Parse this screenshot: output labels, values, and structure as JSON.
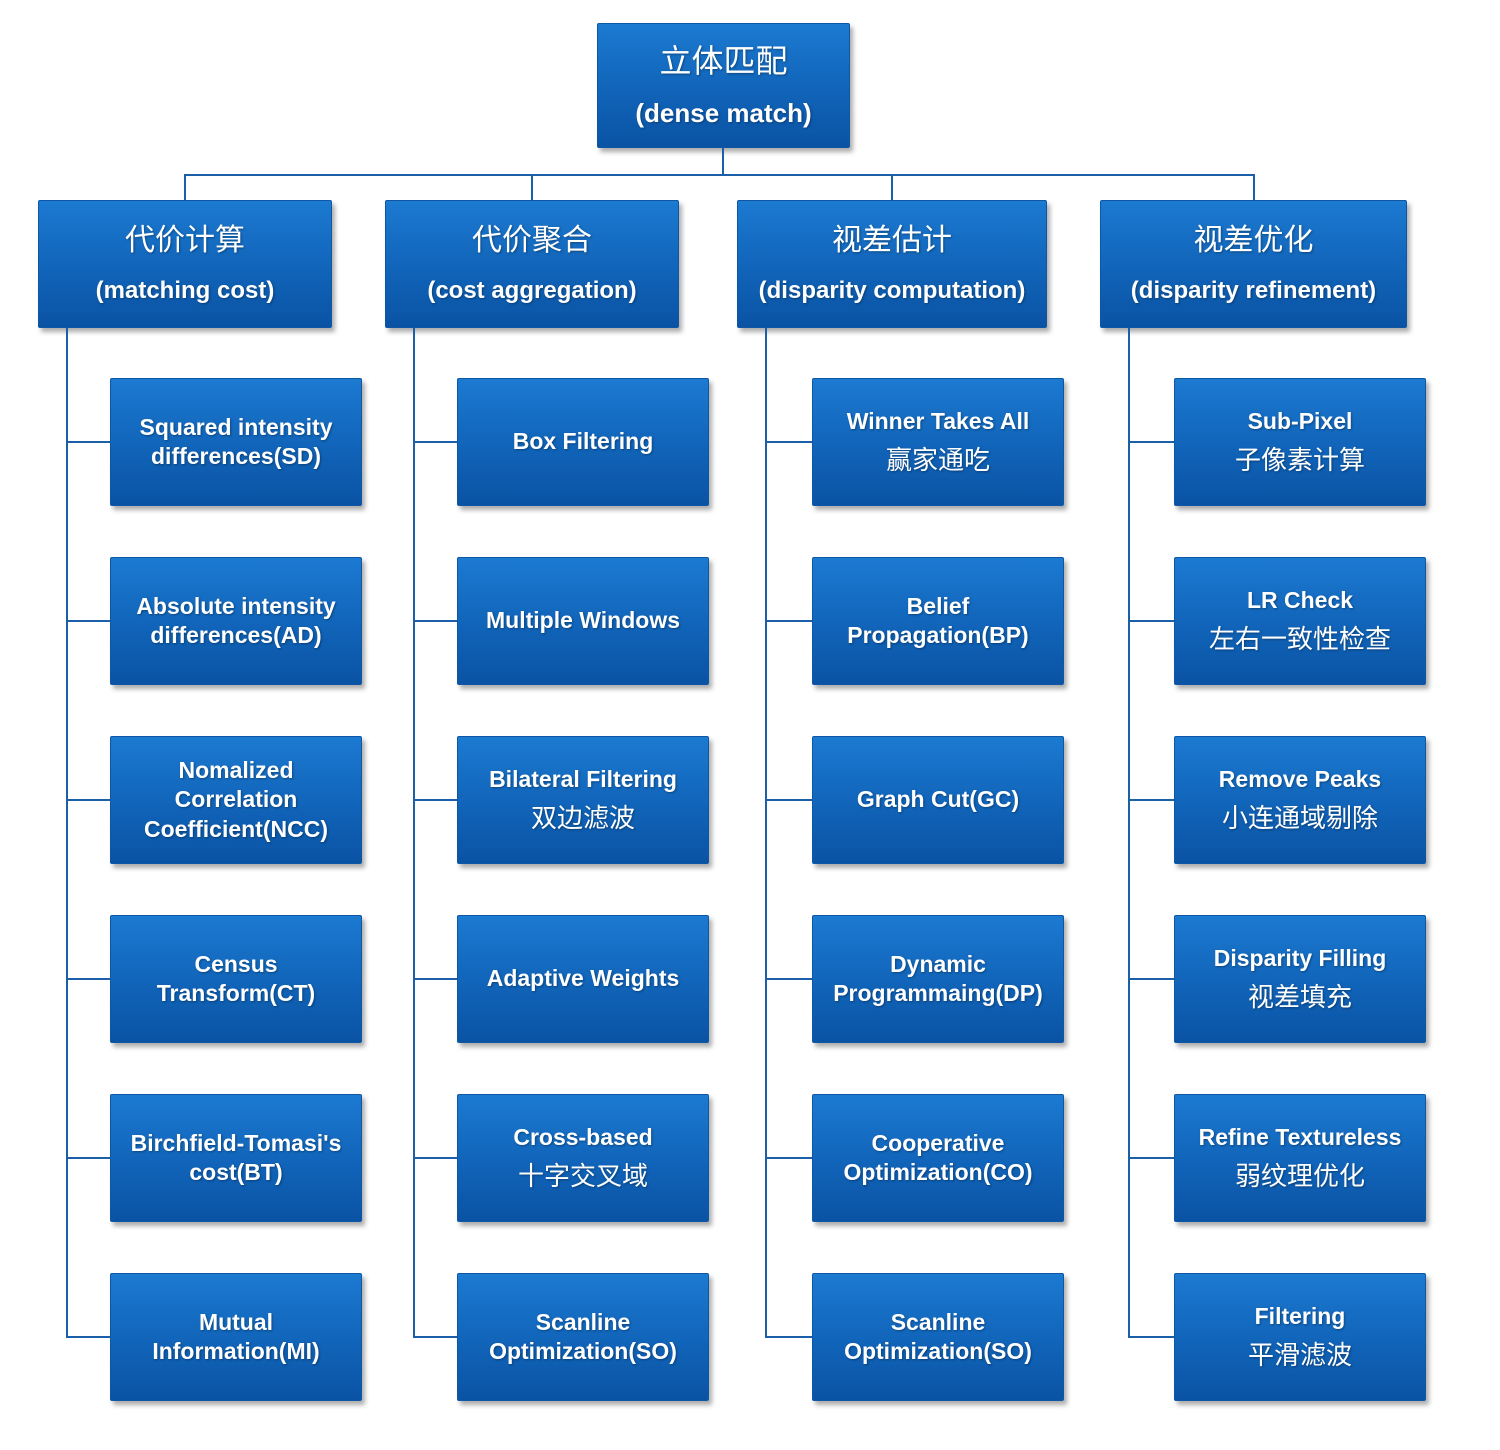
{
  "diagram": {
    "root": {
      "zh": "立体匹配",
      "en": "(dense match)"
    },
    "branches": [
      {
        "zh": "代价计算",
        "en": "(matching cost)",
        "children": [
          {
            "en": "Squared intensity differences(SD)"
          },
          {
            "en": "Absolute intensity differences(AD)"
          },
          {
            "en": "Nomalized Correlation Coefficient(NCC)"
          },
          {
            "en": "Census Transform(CT)"
          },
          {
            "en": "Birchfield-Tomasi's cost(BT)"
          },
          {
            "en": "Mutual Information(MI)"
          }
        ]
      },
      {
        "zh": "代价聚合",
        "en": "(cost aggregation)",
        "children": [
          {
            "en": "Box Filtering"
          },
          {
            "en": "Multiple Windows"
          },
          {
            "en": "Bilateral Filtering",
            "zh": "双边滤波"
          },
          {
            "en": "Adaptive Weights"
          },
          {
            "en": "Cross-based",
            "zh": "十字交叉域"
          },
          {
            "en": "Scanline Optimization(SO)"
          }
        ]
      },
      {
        "zh": "视差估计",
        "en": "(disparity computation)",
        "children": [
          {
            "en": "Winner Takes All",
            "zh": "赢家通吃"
          },
          {
            "en": "Belief Propagation(BP)"
          },
          {
            "en": "Graph Cut(GC)"
          },
          {
            "en": "Dynamic Programmaing(DP)"
          },
          {
            "en": "Cooperative Optimization(CO)"
          },
          {
            "en": "Scanline Optimization(SO)"
          }
        ]
      },
      {
        "zh": "视差优化",
        "en": "(disparity refinement)",
        "children": [
          {
            "en": "Sub-Pixel",
            "zh": "子像素计算"
          },
          {
            "en": "LR Check",
            "zh": "左右一致性检查"
          },
          {
            "en": "Remove Peaks",
            "zh": "小连通域剔除"
          },
          {
            "en": "Disparity Filling",
            "zh": "视差填充"
          },
          {
            "en": "Refine Textureless",
            "zh": "弱纹理优化"
          },
          {
            "en": "Filtering",
            "zh": "平滑滤波"
          }
        ]
      }
    ],
    "colors": {
      "box_gradient_top": "#1c7ad1",
      "box_gradient_bottom": "#0a53a4",
      "box_border": "#0d57a5",
      "connector": "#1a5fa7",
      "text": "#ffffff"
    }
  }
}
